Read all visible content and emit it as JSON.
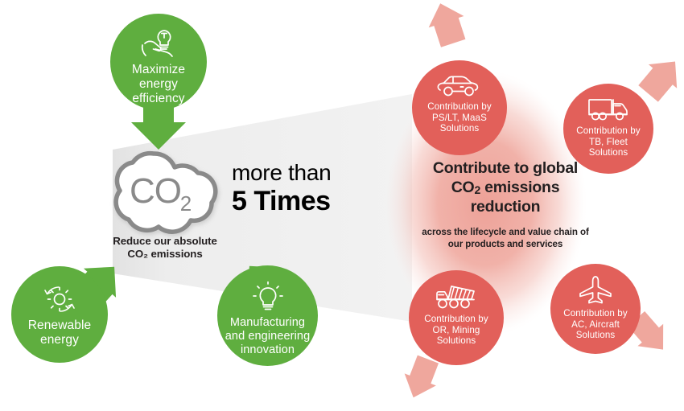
{
  "theme": {
    "green": "#5FAE3F",
    "red": "#E2605A",
    "pink_arrow": "#EFA79D",
    "glow": "#F0A79E",
    "funnel_gray": "#EDEDED",
    "cloud_outline": "#8A8A8A",
    "text_dark": "#231F20"
  },
  "left": {
    "heading_main": "more than",
    "heading_emphasis": "5 Times",
    "cloud": {
      "icon": "co2-cloud-icon",
      "glyph_main": "CO",
      "glyph_sub": "2",
      "caption_line1": "Reduce our absolute",
      "caption_line2": "CO₂ emissions"
    },
    "drivers": [
      {
        "id": "maximize-energy-efficiency",
        "icon": "lightbulb-in-hand-icon",
        "lines": [
          "Maximize",
          "energy",
          "efficiency"
        ],
        "arrow": "arrow-down"
      },
      {
        "id": "renewable-energy",
        "icon": "sun-recycle-icon",
        "lines": [
          "Renewable",
          "energy"
        ],
        "arrow": "arrow-up-right"
      },
      {
        "id": "manufacturing-and-engineering-innovation",
        "icon": "lightbulb-icon",
        "lines": [
          "Manufacturing",
          "and engineering",
          "innovation"
        ],
        "arrow": "arrow-up-left"
      }
    ]
  },
  "right": {
    "heading_line1": "Contribute to global",
    "heading_line2_pre": "CO",
    "heading_line2_sub": "2",
    "heading_line2_post": " emissions",
    "heading_line3": "reduction",
    "subtitle_line1": "across the lifecycle and value chain of",
    "subtitle_line2": "our products and services",
    "contributions": [
      {
        "id": "ps-lt-maas-solutions",
        "icon": "car-icon",
        "lines": [
          "Contribution by",
          "PS/LT, MaaS",
          "Solutions"
        ],
        "arrow": "arrow-up-left-outbound"
      },
      {
        "id": "tb-fleet-solutions",
        "icon": "truck-icon",
        "lines": [
          "Contribution by",
          "TB, Fleet",
          "Solutions"
        ],
        "arrow": "arrow-up-right-outbound"
      },
      {
        "id": "or-mining-solutions",
        "icon": "dump-truck-icon",
        "lines": [
          "Contribution by",
          "OR, Mining",
          "Solutions"
        ],
        "arrow": "arrow-down-left-outbound"
      },
      {
        "id": "ac-aircraft-solutions",
        "icon": "airplane-icon",
        "lines": [
          "Contribution by",
          "AC, Aircraft",
          "Solutions"
        ],
        "arrow": "arrow-down-right-outbound"
      }
    ]
  }
}
